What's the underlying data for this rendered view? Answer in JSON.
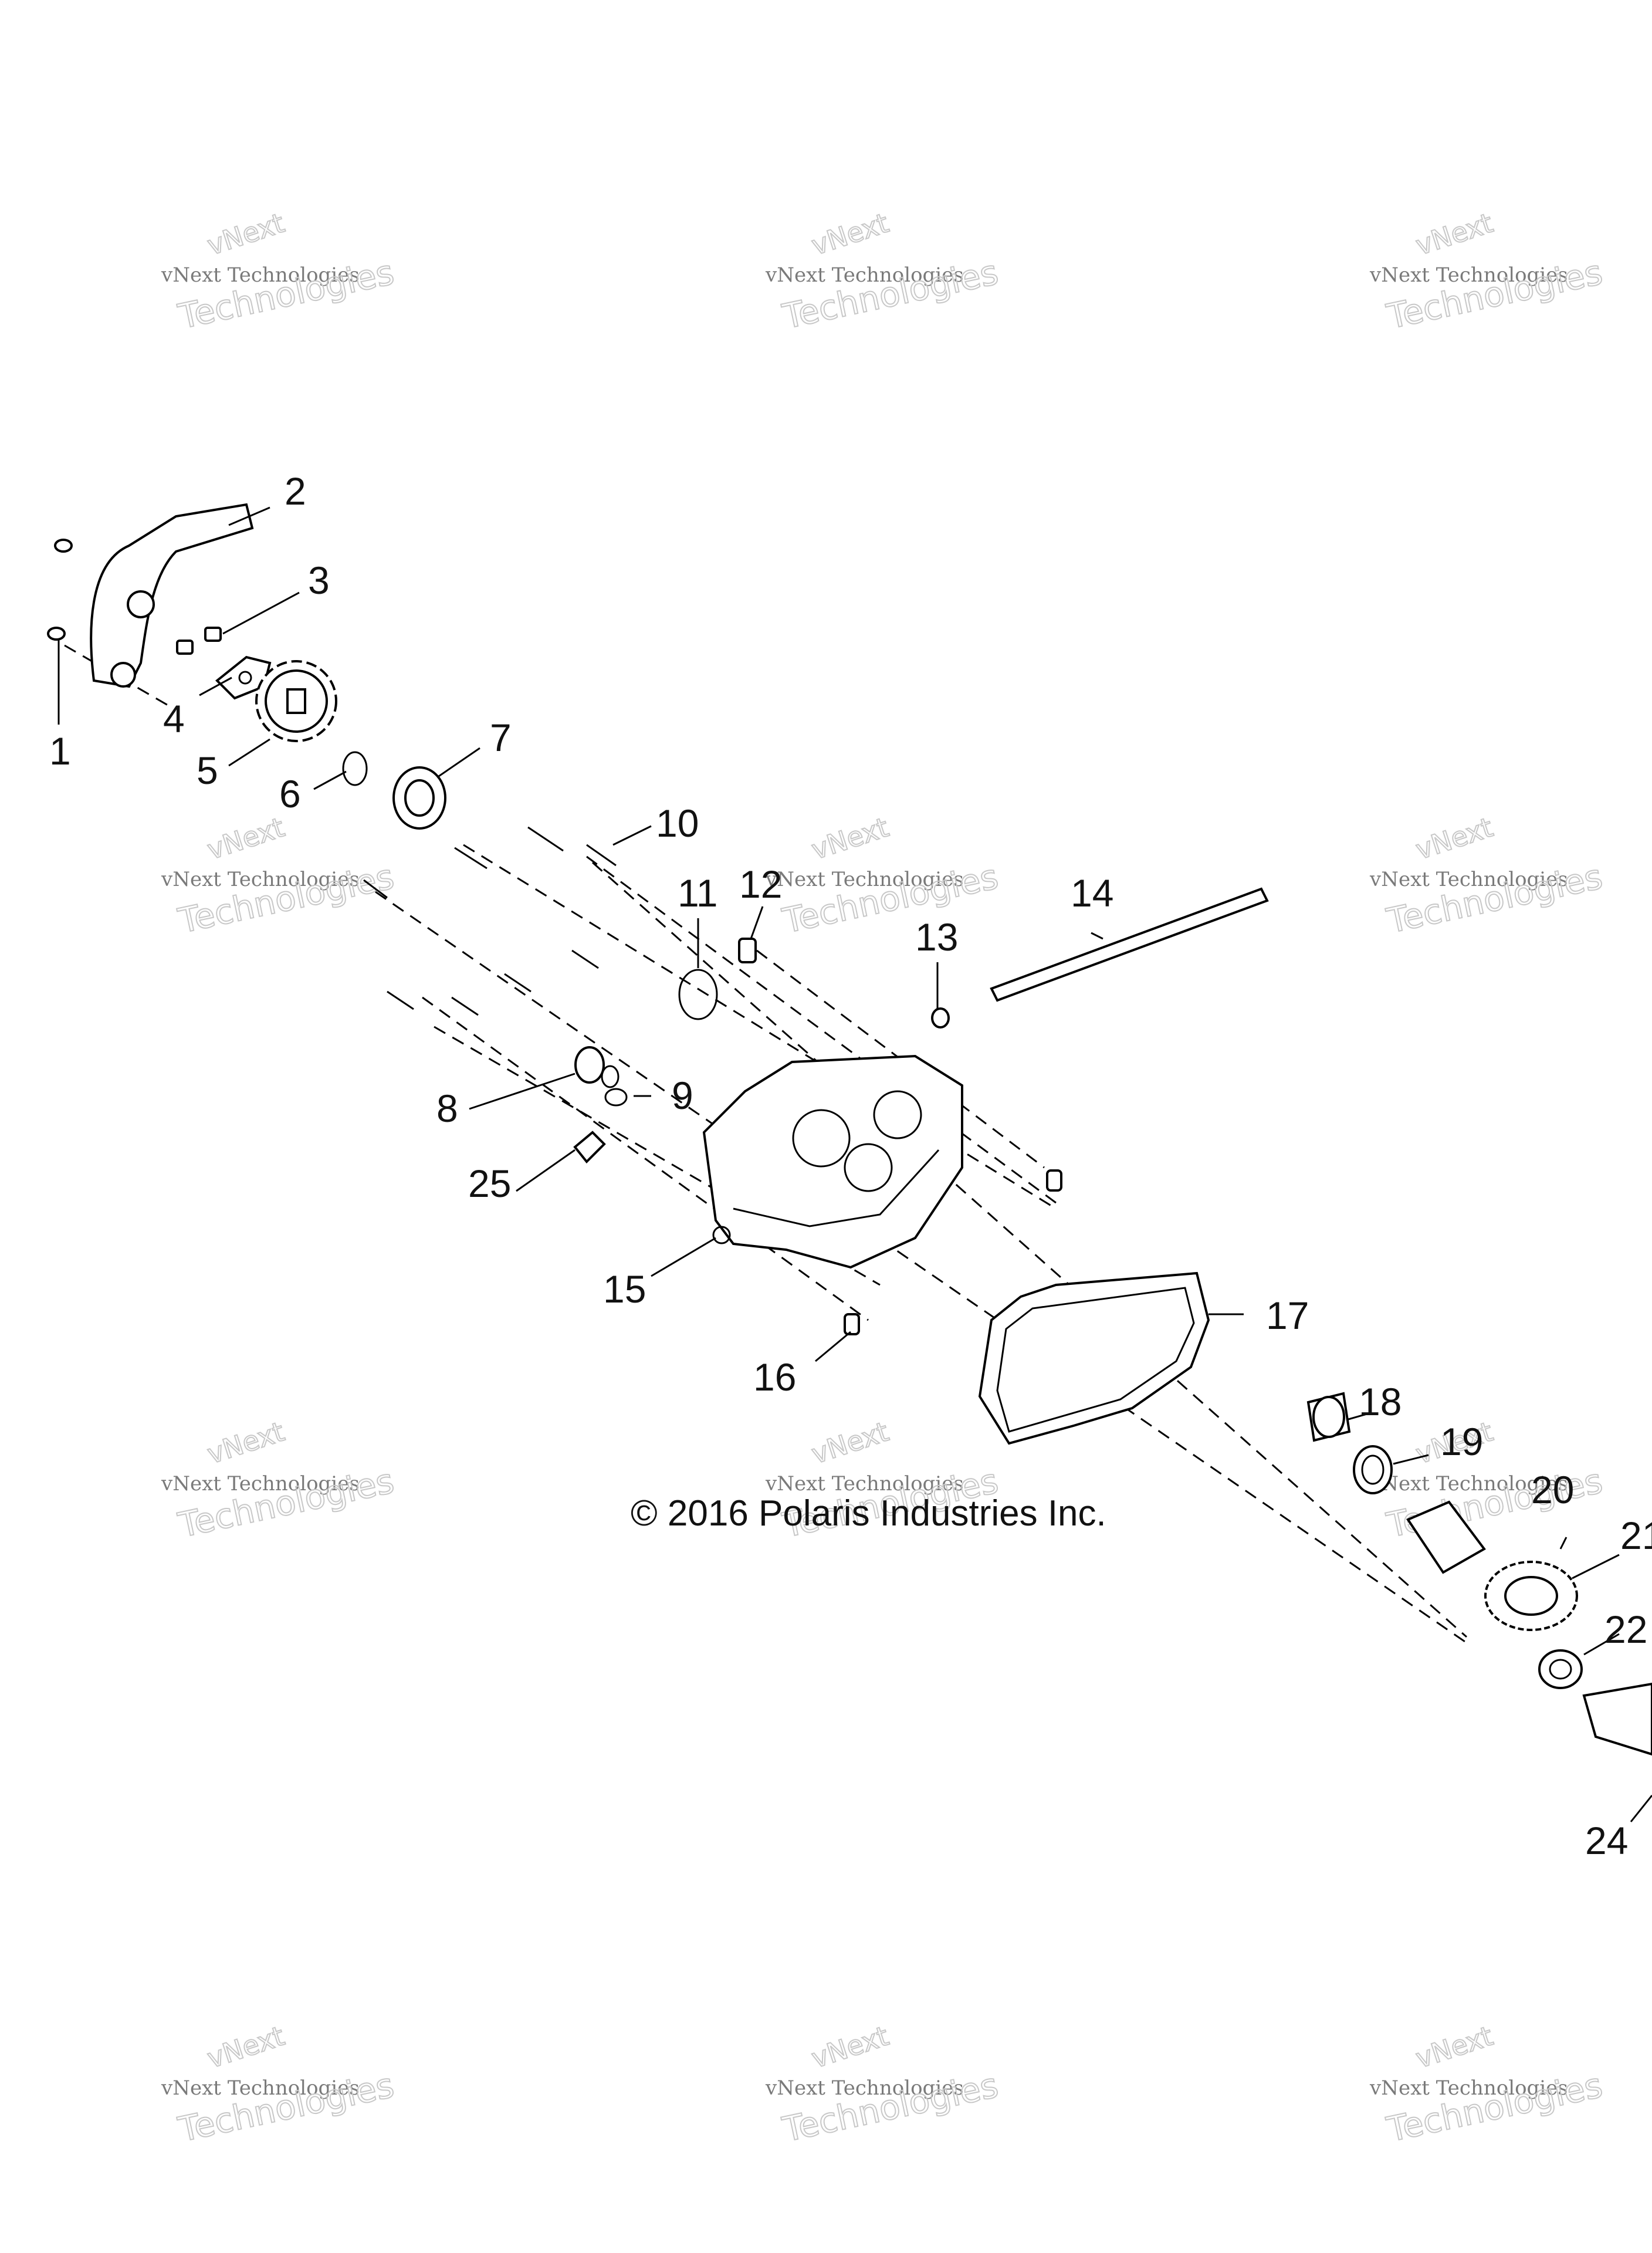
{
  "copyright": "© 2016 Polaris Industries Inc.",
  "watermark": {
    "line1": "vNext Technologies",
    "line2": "Technologies",
    "tilt": "vNext"
  },
  "callouts": [
    {
      "id": "1",
      "label": "1"
    },
    {
      "id": "2",
      "label": "2"
    },
    {
      "id": "3",
      "label": "3"
    },
    {
      "id": "4",
      "label": "4"
    },
    {
      "id": "5",
      "label": "5"
    },
    {
      "id": "6",
      "label": "6"
    },
    {
      "id": "7",
      "label": "7"
    },
    {
      "id": "8",
      "label": "8"
    },
    {
      "id": "9",
      "label": "9"
    },
    {
      "id": "10",
      "label": "10"
    },
    {
      "id": "11",
      "label": "11"
    },
    {
      "id": "12",
      "label": "12"
    },
    {
      "id": "13",
      "label": "13"
    },
    {
      "id": "14",
      "label": "14"
    },
    {
      "id": "15",
      "label": "15"
    },
    {
      "id": "16",
      "label": "16"
    },
    {
      "id": "17",
      "label": "17"
    },
    {
      "id": "18",
      "label": "18"
    },
    {
      "id": "19",
      "label": "19"
    },
    {
      "id": "20",
      "label": "20"
    },
    {
      "id": "21",
      "label": "21"
    },
    {
      "id": "22",
      "label": "22"
    },
    {
      "id": "24",
      "label": "24"
    },
    {
      "id": "25",
      "label": "25"
    }
  ],
  "colors": {
    "ink": "#000000",
    "watermark": "#c8c8c8",
    "background": "#ffffff"
  }
}
